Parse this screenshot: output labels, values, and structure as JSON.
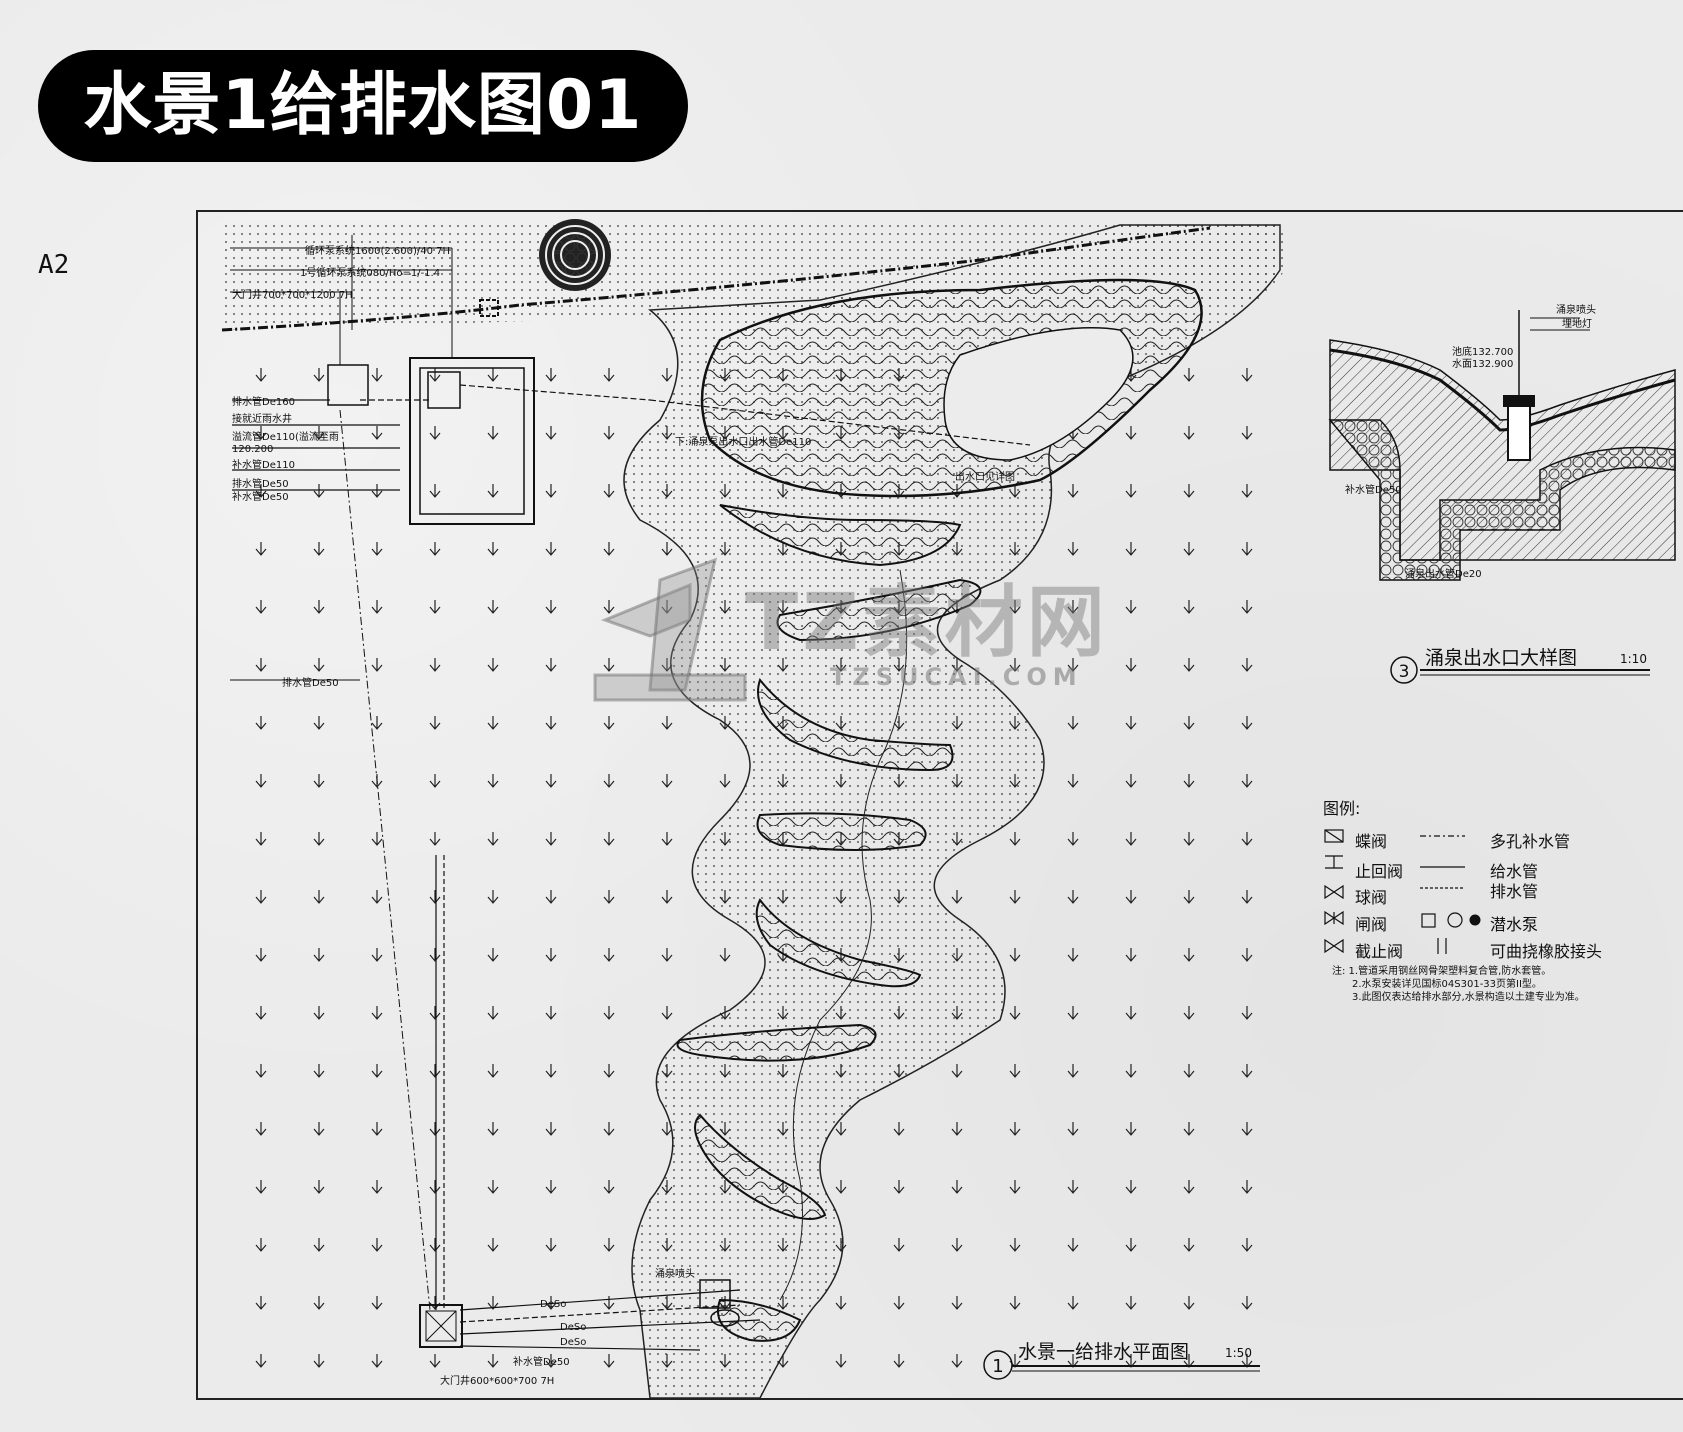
{
  "header": {
    "title": "水景1给排水图01",
    "sheet": "A2"
  },
  "watermark": {
    "brand": "TZ素材网",
    "url": "TZSUCAI.COM"
  },
  "plan": {
    "caption_num": "1",
    "caption": "水景一给排水平面图",
    "scale": "1:50",
    "labels": {
      "pump_1": "循环泵系统1600(2.600)/40 7H",
      "pump_2": "1号循环泵系统080/Ho=1/-1.4",
      "valve_well_top": "大门井700*700*1200 7H",
      "drain_pipe_1": "排水管De160",
      "rain_well": "接就近雨水井",
      "overflow": "溢流管De110(溢流至雨",
      "overflow_2": "120.200",
      "supply_1": "补水管De110",
      "supply_2": "排水管De50",
      "supply_3": "补水管De50",
      "pool_pipe": "下:涌泉泵出水口出水管De110",
      "pool_note": "出水口见详图",
      "drain_mid": "排水管De50",
      "fountain_head": "涌泉喷头",
      "supply_bottom": "补水管De50",
      "valve_well_bottom": "大门井600*600*700 7H",
      "pipe_tag": "DeSo"
    }
  },
  "detail": {
    "caption_num": "3",
    "caption": "涌泉出水口大样图",
    "scale": "1:10",
    "labels": {
      "head": "涌泉喷头",
      "light": "埋地灯",
      "level_1": "池底132.700",
      "level_2": "水面132.900",
      "supply": "补水管De50",
      "drain": "涌泉出水管De20"
    }
  },
  "legend": {
    "title": "图例:",
    "items": [
      {
        "symbol": "⊠",
        "name": "蝶阀",
        "line_label": "多孔补水管"
      },
      {
        "symbol": "⊼",
        "name": "止回阀",
        "line_label": "给水管"
      },
      {
        "symbol": "⋈",
        "name": "球阀",
        "line_label": "排水管"
      },
      {
        "symbol": "⋈",
        "name": "闸阀",
        "line_label": "潜水泵"
      },
      {
        "symbol": "⋈",
        "name": "截止阀",
        "line_label": "可曲挠橡胶接头"
      }
    ],
    "notes": [
      "注: 1.管道采用钢丝网骨架塑料复合管,防水套管。",
      "2.水泵安装详见国标04S301-33页第II型。",
      "3.此图仅表达给排水部分,水景构造以土建专业为准。"
    ]
  }
}
